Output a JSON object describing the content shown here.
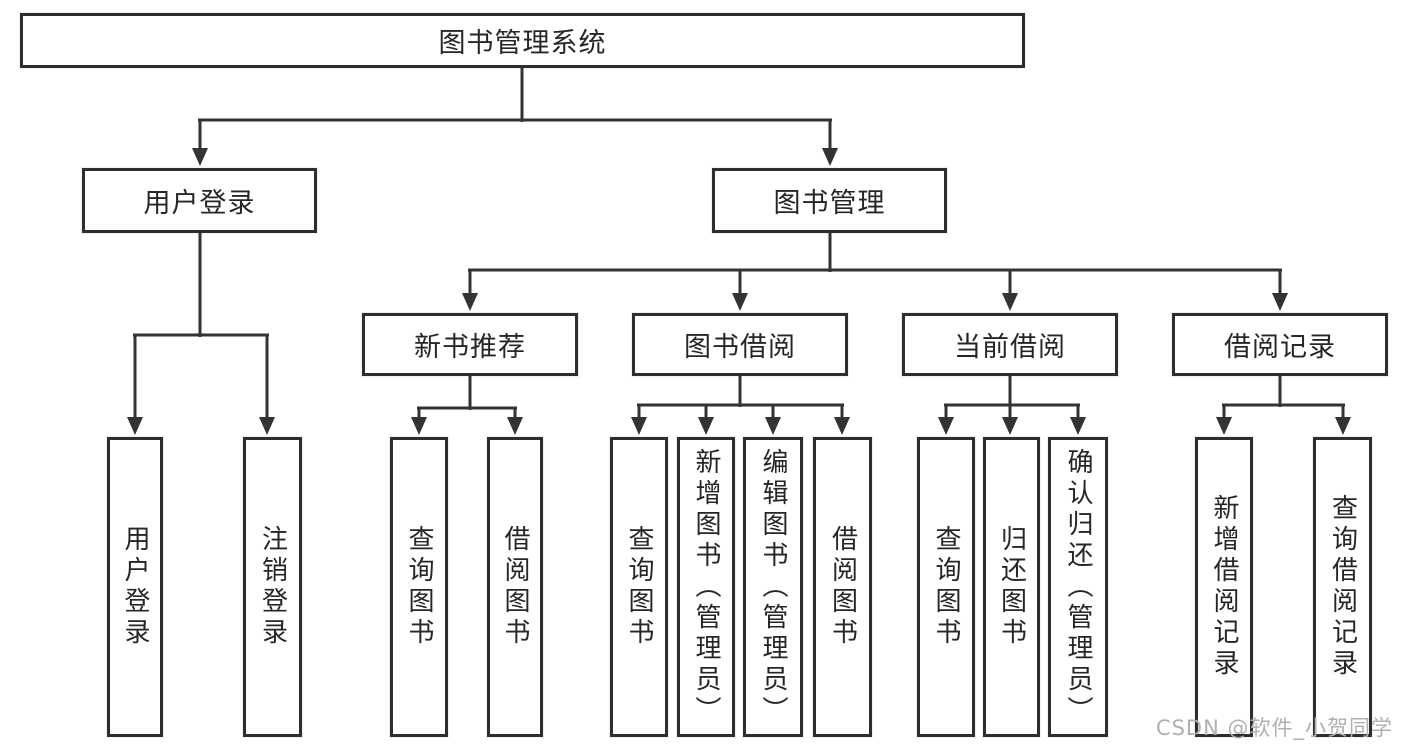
{
  "tree": {
    "root": {
      "label": "图书管理系统"
    },
    "branches": [
      {
        "label": "用户登录",
        "children": [
          {
            "label": "用户登录"
          },
          {
            "label": "注销登录"
          }
        ]
      },
      {
        "label": "图书管理",
        "sections": [
          {
            "label": "新书推荐",
            "children": [
              {
                "label": "查询图书"
              },
              {
                "label": "借阅图书"
              }
            ]
          },
          {
            "label": "图书借阅",
            "children": [
              {
                "label": "查询图书"
              },
              {
                "label": "新增图书（管理员）"
              },
              {
                "label": "编辑图书（管理员）"
              },
              {
                "label": "借阅图书"
              }
            ]
          },
          {
            "label": "当前借阅",
            "children": [
              {
                "label": "查询图书"
              },
              {
                "label": "归还图书"
              },
              {
                "label": "确认归还（管理员）"
              }
            ]
          },
          {
            "label": "借阅记录",
            "children": [
              {
                "label": "新增借阅记录"
              },
              {
                "label": "查询借阅记录"
              }
            ]
          }
        ]
      }
    ]
  },
  "watermark": {
    "text": "CSDN @软件_小贺同学"
  },
  "colors": {
    "line": "#333333",
    "text": "#262626",
    "box_border": "#2e2e2e",
    "background": "#ffffff",
    "watermark": "#b0b0b0"
  }
}
